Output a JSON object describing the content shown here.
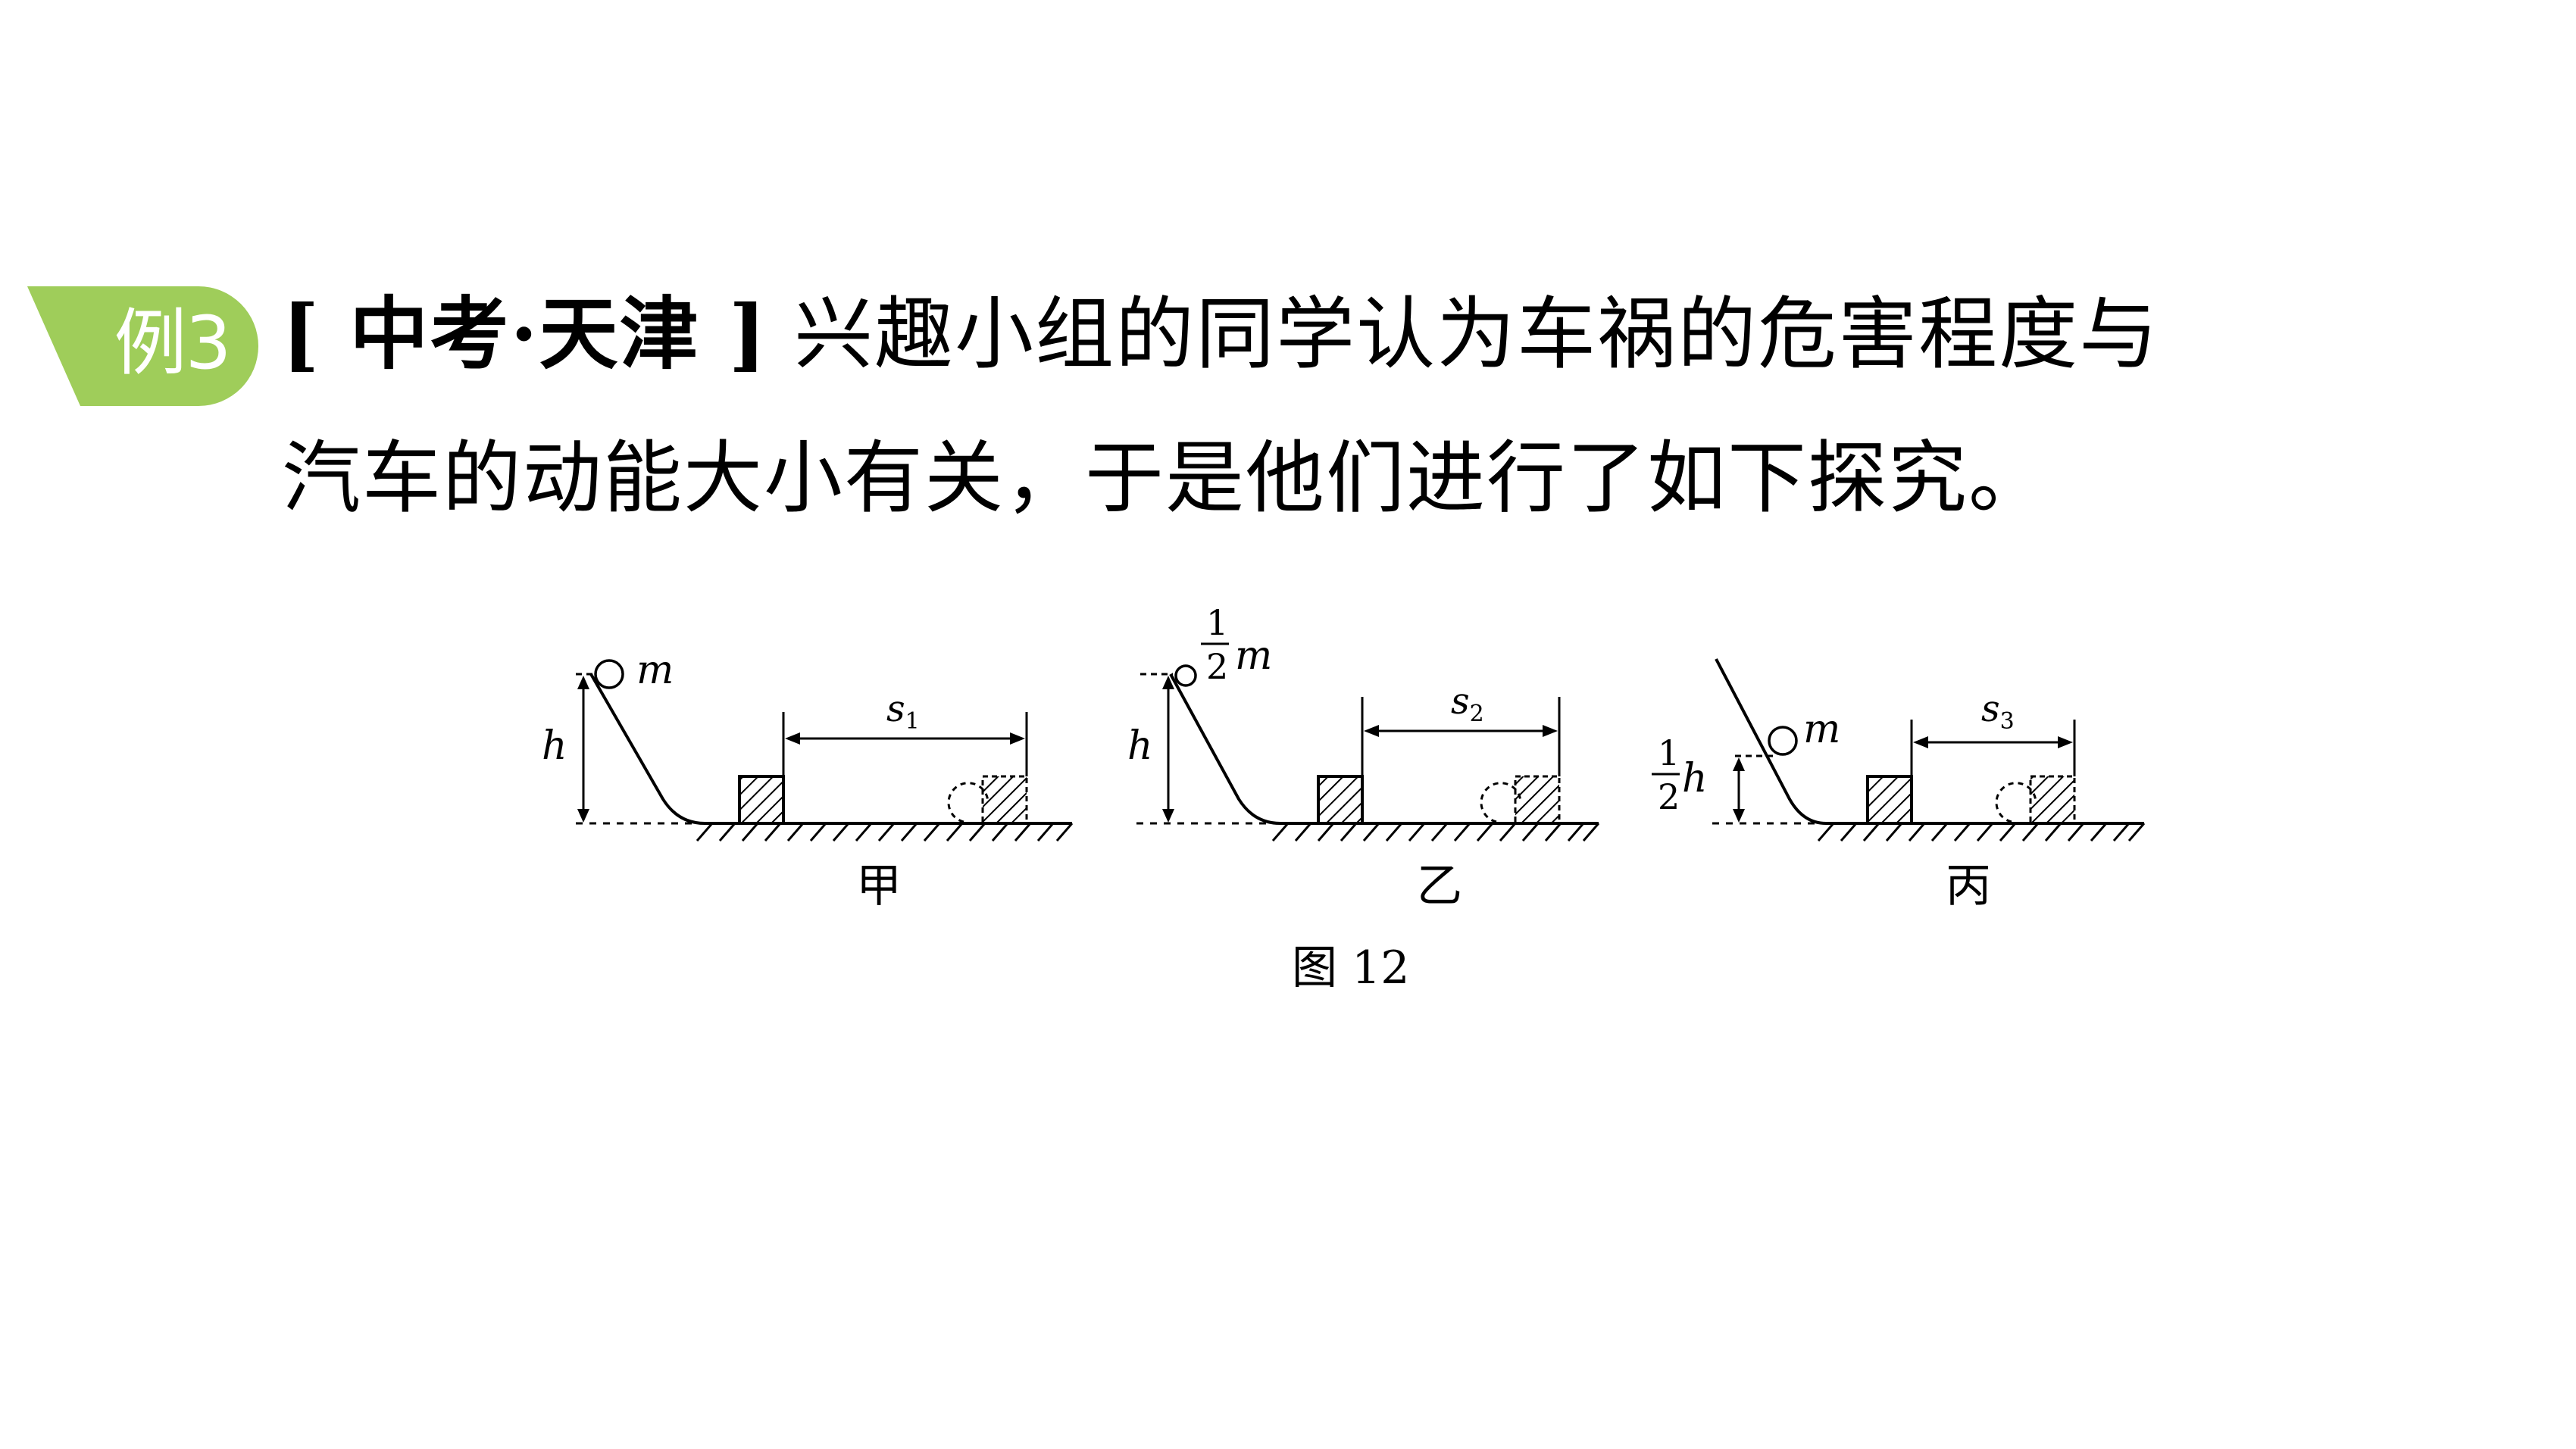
{
  "badge": {
    "text": "例3",
    "color": "#9fcd5a"
  },
  "question": {
    "source": "[ 中考·天津 ]",
    "line1": "兴趣小组的同学认为车祸的危害程度与",
    "line2": "汽车的动能大小有关，于是他们进行了如下探究。"
  },
  "figure": {
    "caption": "图 12",
    "panels": [
      {
        "label": "甲",
        "mass": "m",
        "mass_frac": "",
        "height": "h",
        "height_frac": "",
        "distance": "s",
        "distance_sub": "1"
      },
      {
        "label": "乙",
        "mass": "m",
        "mass_frac": "1/2",
        "height": "h",
        "height_frac": "",
        "distance": "s",
        "distance_sub": "2"
      },
      {
        "label": "丙",
        "mass": "m",
        "mass_frac": "",
        "height": "h",
        "height_frac": "1/2",
        "distance": "s",
        "distance_sub": "3"
      }
    ]
  }
}
